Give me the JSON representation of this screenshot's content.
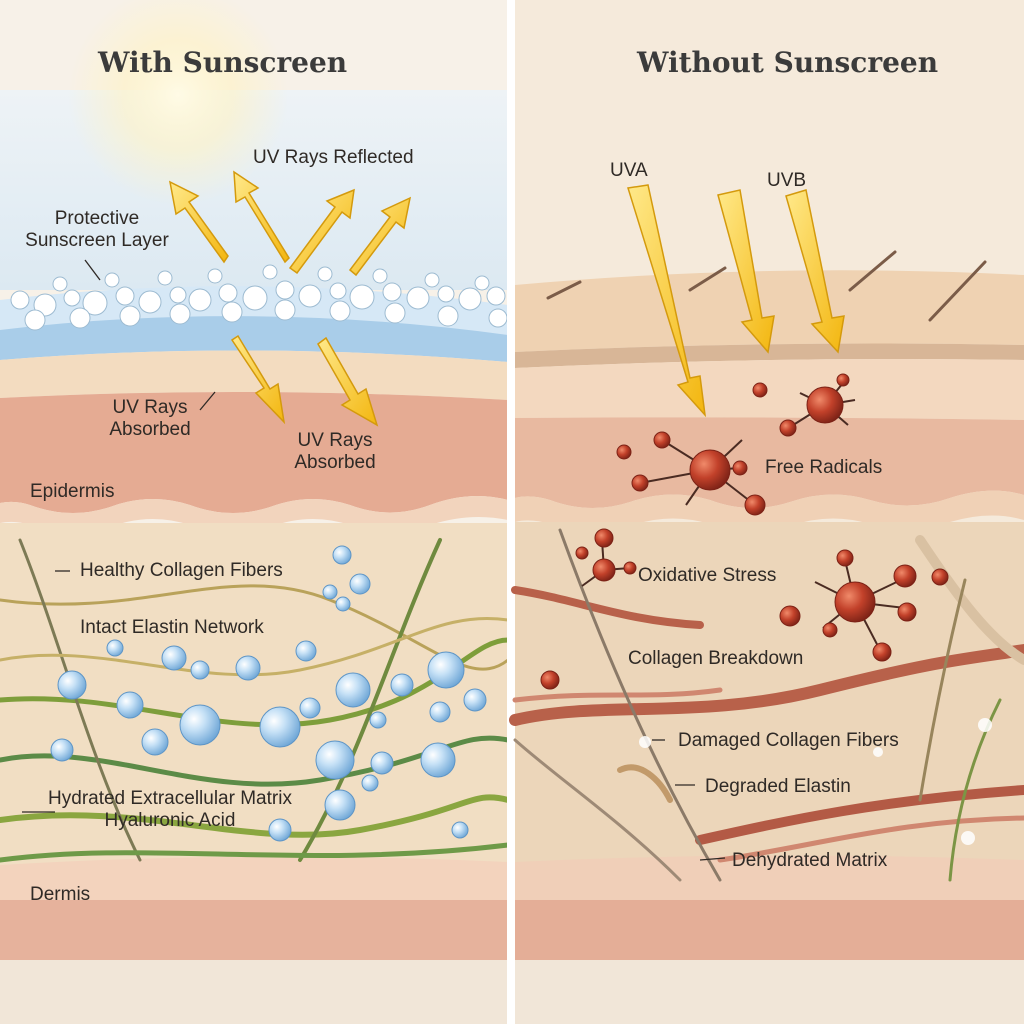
{
  "left": {
    "title": "With Sunscreen",
    "labels": {
      "uv_reflected": "UV Rays Reflected",
      "sunscreen_layer_1": "Protective",
      "sunscreen_layer_2": "Sunscreen Layer",
      "uv_absorbed_a_1": "UV Rays",
      "uv_absorbed_a_2": "Absorbed",
      "uv_absorbed_b_1": "UV Rays",
      "uv_absorbed_b_2": "Absorbed",
      "epidermis": "Epidermis",
      "collagen": "Healthy Collagen Fibers",
      "elastin": "Intact Elastin Network",
      "matrix_1": "Hydrated Extracellular Matrix",
      "matrix_2": "Hyaluronic Acid",
      "dermis": "Dermis"
    }
  },
  "right": {
    "title": "Without Sunscreen",
    "labels": {
      "uva": "UVA",
      "uvb": "UVB",
      "free_radicals": "Free Radicals",
      "oxidative": "Oxidative Stress",
      "collagen_breakdown": "Collagen Breakdown",
      "damaged_collagen": "Damaged Collagen Fibers",
      "degraded_elastin": "Degraded Elastin",
      "dehydrated": "Dehydrated Matrix"
    }
  },
  "colors": {
    "uv_arrow": "#f5c21a",
    "collagen_healthy": "#8aa640",
    "collagen_damaged": "#b8614a",
    "free_radical": "#b93a26",
    "hydration_bubble": "#8fc2ea",
    "skin_epidermis": "#e3a890",
    "skin_dermis": "#efd9bd"
  }
}
